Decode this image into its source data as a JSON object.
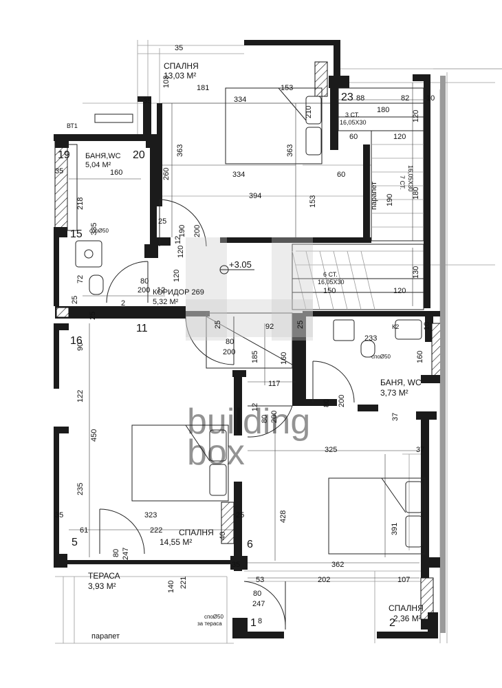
{
  "rooms": {
    "bedroom_top": {
      "name": "СПАЛНЯ",
      "area": "13,03 М²"
    },
    "bath_left": {
      "name": "БАНЯ,WC",
      "area": "5,04 М²"
    },
    "corridor": {
      "name": "КОРИДОР 269",
      "area": "5,32 М²"
    },
    "bath_right": {
      "name": "БАНЯ, WC",
      "area": "3,73 М²"
    },
    "bedroom_mid": {
      "name": "СПАЛНЯ",
      "area": "14,55 М²"
    },
    "terrace": {
      "name": "ТЕРАСА",
      "area": "3,93 М²"
    },
    "bedroom_bottom": {
      "name": "СПАЛНЯ",
      "area": "2,36 М²"
    }
  },
  "stairs": {
    "flight1": {
      "line1": "3 СТ.",
      "line2": "16,05Х30"
    },
    "flight2": {
      "line1": "7 СТ.",
      "line2": "16,05Х30"
    },
    "flight3": {
      "line1": "6 СТ.",
      "line2": "16,05Х30"
    }
  },
  "labels": {
    "level": "+3.05",
    "parapet_right": "парапет",
    "parapet_bottom": "парапет",
    "drain_terrace": "споØ50",
    "drain_terrace_note": "за тераса",
    "drain_left": "споØ50",
    "drain_right": "споØ50",
    "bt1": "ВТ1",
    "k2": "К2",
    "watermark_line1": "building",
    "watermark_line2": "box"
  },
  "axis_numbers": {
    "n19": "19",
    "n20": "20",
    "n15": "15",
    "n11": "11",
    "n5": "5",
    "n6": "6",
    "n1": "1",
    "n2": "2",
    "n23": "23",
    "n16": "16"
  },
  "dimensions": {
    "d35_top": "35",
    "d103": "103",
    "d181": "181",
    "d153a": "153",
    "d334a": "334",
    "d210": "210",
    "d363a": "363",
    "d363b": "363",
    "d334b": "334",
    "d60a": "60",
    "d394": "394",
    "d153b": "153",
    "d260": "260",
    "d35_20": "35",
    "d25a": "25",
    "d190": "190",
    "d200a": "200",
    "d120a": "120",
    "d12a": "12",
    "d80a": "80",
    "d200b": "200",
    "d12b": "12",
    "d120b": "120",
    "d88": "88",
    "d82": "82",
    "d10": "10",
    "d180a": "180",
    "d120c": "120",
    "d60b": "60",
    "d120d": "120",
    "d190b": "190",
    "d180b": "180",
    "d150": "150",
    "d120e": "120",
    "d130": "130",
    "d160a": "160",
    "d35_bath": "35",
    "d218": "218",
    "d335": "335",
    "d72": "72",
    "d25b": "25",
    "d2": "2",
    "d25c": "25",
    "d25d": "25",
    "d92": "92",
    "d25e": "25",
    "d233": "233",
    "d10b": "10",
    "d80b": "80",
    "d200c": "200",
    "d185": "185",
    "d160b": "160",
    "d117": "117",
    "d80c": "80",
    "d200d": "200",
    "d160c": "160",
    "d12c": "12",
    "d80d": "80",
    "d200e": "200",
    "d37a": "37",
    "d325": "325",
    "d37b": "37",
    "d90": "90",
    "d122": "122",
    "d450": "450",
    "d235": "235",
    "d323": "323",
    "d35_left": "35",
    "d61": "61",
    "d222": "222",
    "d40": "40",
    "d25f": "25",
    "d428": "428",
    "d391": "391",
    "d80e": "80",
    "d247a": "247",
    "d35_mid": "35",
    "d362": "362",
    "d53": "53",
    "d202": "202",
    "d107": "107",
    "d140": "140",
    "d221": "221",
    "d80f": "80",
    "d247b": "247",
    "d8": "8"
  }
}
